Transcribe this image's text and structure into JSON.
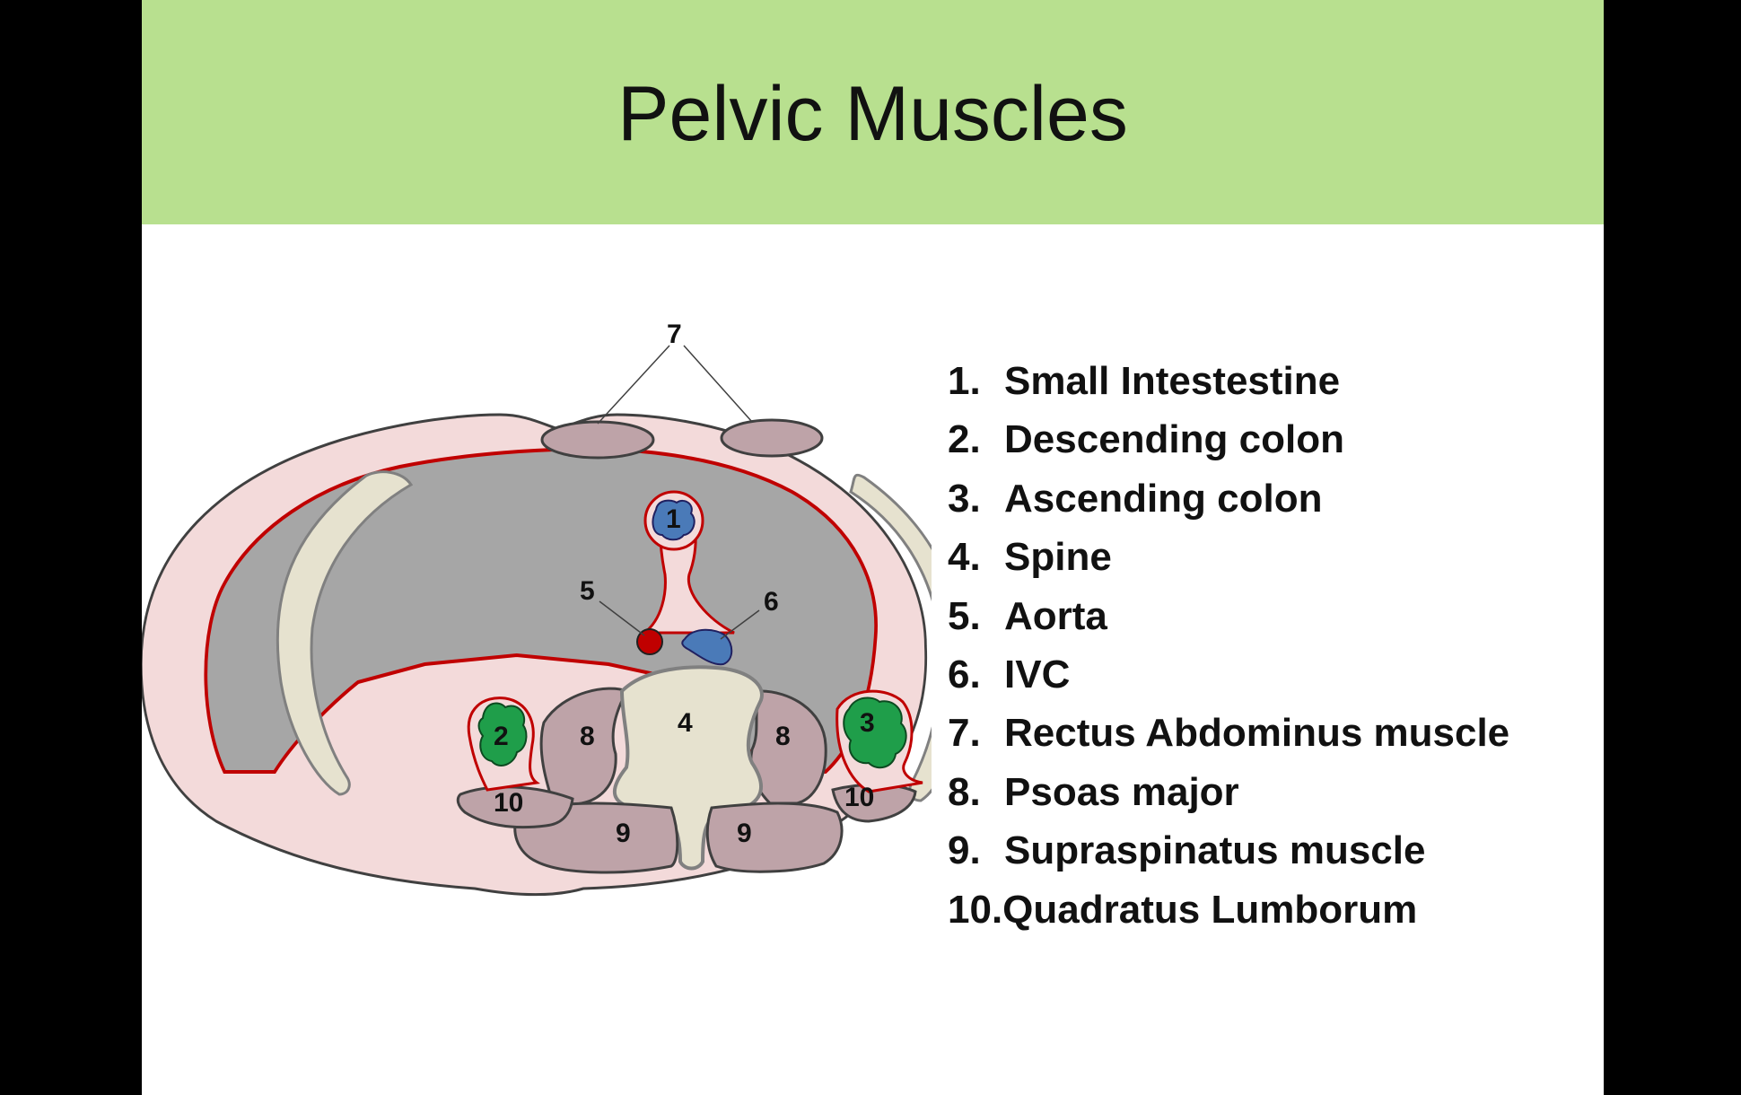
{
  "title": "Pelvic Muscles",
  "colors": {
    "title_bar": "#b8e08f",
    "skin": "#f3dada",
    "cavity": "#a6a6a6",
    "peritoneum": "#c00000",
    "muscle": "#bea3a8",
    "bone": "#e6e2cf",
    "small_intestine": "#4a7ab8",
    "colon": "#1f9e4a",
    "aorta": "#c00000",
    "ivc": "#4a7ab8"
  },
  "diagram_labels": {
    "small_intestine": "1",
    "descending_colon": "2",
    "ascending_colon": "3",
    "spine": "4",
    "aorta": "5",
    "ivc": "6",
    "rectus": "7",
    "psoas_left": "8",
    "psoas_right": "8",
    "supraspinatus_left": "9",
    "supraspinatus_right": "9",
    "quadratus_left": "10",
    "quadratus_right": "10"
  },
  "legend": [
    {
      "number": "1.",
      "label": "Small Intestestine"
    },
    {
      "number": "2.",
      "label": "Descending colon"
    },
    {
      "number": "3.",
      "label": "Ascending colon"
    },
    {
      "number": "4.",
      "label": "Spine"
    },
    {
      "number": "5.",
      "label": "Aorta"
    },
    {
      "number": "6.",
      "label": "IVC"
    },
    {
      "number": "7.",
      "label": "Rectus Abdominus muscle"
    },
    {
      "number": "8.",
      "label": "Psoas major"
    },
    {
      "number": "9.",
      "label": "Supraspinatus muscle"
    },
    {
      "number": "10.",
      "label": "Quadratus Lumborum"
    }
  ]
}
